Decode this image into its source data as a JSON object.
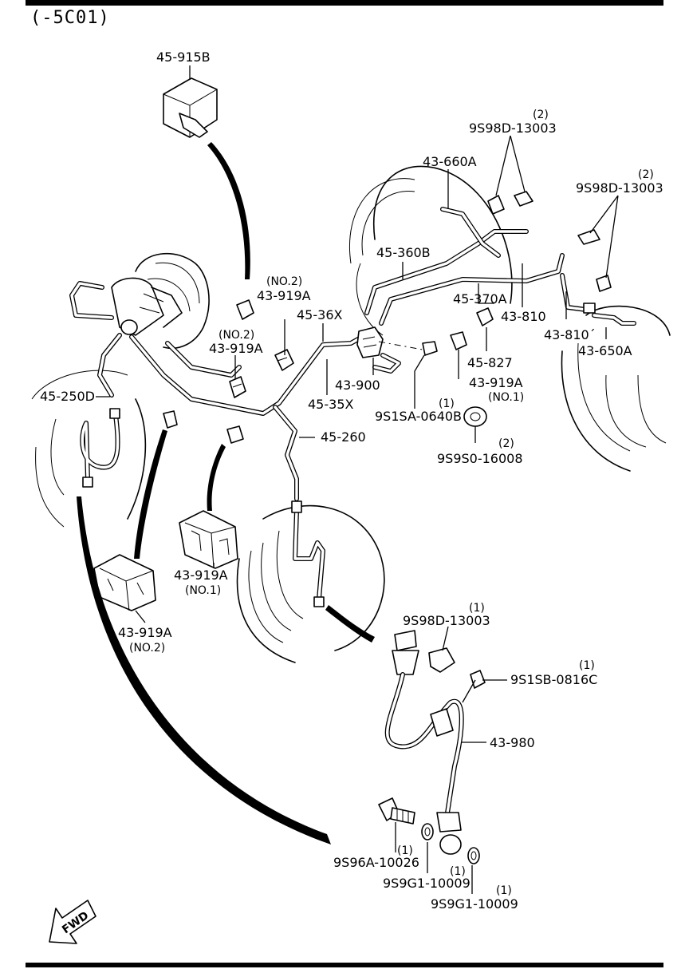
{
  "header": {
    "code": "(-5C01)"
  },
  "fwd_label": "FWD",
  "parts": [
    {
      "id": "p1",
      "number": "45-915B"
    },
    {
      "id": "p2",
      "number": "9S98D-13003",
      "qty": "(2)"
    },
    {
      "id": "p3",
      "number": "43-660A"
    },
    {
      "id": "p4",
      "number": "9S98D-13003",
      "qty": "(2)"
    },
    {
      "id": "p5",
      "number": "45-360B"
    },
    {
      "id": "p6",
      "number": "43-919A",
      "qty": "(NO.2)"
    },
    {
      "id": "p7",
      "number": "45-36X"
    },
    {
      "id": "p8",
      "number": "45-370A"
    },
    {
      "id": "p9",
      "number": "43-810"
    },
    {
      "id": "p10",
      "number": "43-810´"
    },
    {
      "id": "p11",
      "number": "43-650A"
    },
    {
      "id": "p12",
      "number": "43-919A",
      "qty": "(NO.2)"
    },
    {
      "id": "p13",
      "number": "45-827"
    },
    {
      "id": "p14",
      "number": "43-900"
    },
    {
      "id": "p15",
      "number": "43-919A",
      "qty": "(NO.1)"
    },
    {
      "id": "p16",
      "number": "45-250D"
    },
    {
      "id": "p17",
      "number": "45-35X"
    },
    {
      "id": "p18",
      "number": "9S1SA-0640B",
      "qty": "(1)"
    },
    {
      "id": "p19",
      "number": "45-260"
    },
    {
      "id": "p20",
      "number": "9S9S0-16008",
      "qty": "(2)"
    },
    {
      "id": "p21",
      "number": "43-919A",
      "qty": "(NO.1)"
    },
    {
      "id": "p22",
      "number": "43-919A",
      "qty": "(NO.2)"
    },
    {
      "id": "p23",
      "number": "9S98D-13003",
      "qty": "(1)"
    },
    {
      "id": "p24",
      "number": "9S1SB-0816C",
      "qty": "(1)"
    },
    {
      "id": "p25",
      "number": "43-980"
    },
    {
      "id": "p26",
      "number": "9S96A-10026",
      "qty": "(1)"
    },
    {
      "id": "p27",
      "number": "9S9G1-10009",
      "qty": "(1)"
    },
    {
      "id": "p28",
      "number": "9S9G1-10009",
      "qty": "(1)"
    }
  ]
}
